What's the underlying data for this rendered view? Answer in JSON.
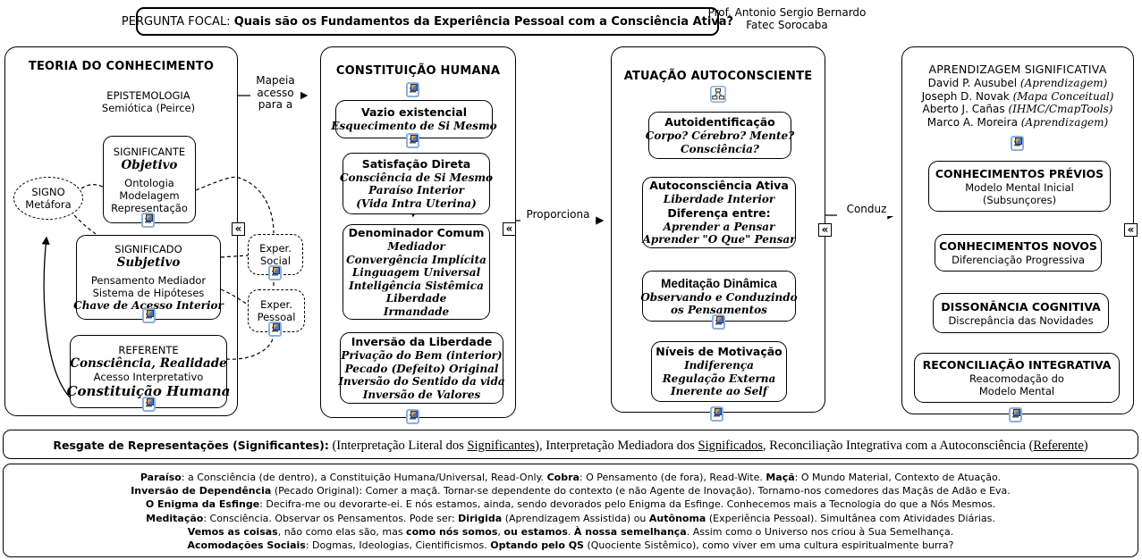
{
  "header": {
    "focal_runs": [
      {
        "t": "PERGUNTA FOCAL: "
      },
      {
        "t": "Quais são os Fundamentos da Experiência Pessoal com a Consciência Ativa?",
        "b": true
      }
    ],
    "professor_line1": "Prof. Antonio Sergio Bernardo",
    "professor_line2": "Fatec Sorocaba"
  },
  "links": {
    "mapeia_lines": [
      {
        "t": "Mapeia"
      },
      {
        "t": "acesso"
      },
      {
        "t": "para a"
      }
    ],
    "proporciona": "Proporciona",
    "conduz": "Conduz",
    "collapse_glyph": "«"
  },
  "col1": {
    "title": "TEORIA DO CONHECIMENTO",
    "epistemologia_lines": [
      {
        "t": "EPISTEMOLOGIA",
        "c": "p12"
      },
      {
        "t": "Semiótica (Peirce)",
        "c": "p12"
      }
    ],
    "signo_lines": [
      {
        "t": "SIGNO",
        "c": "p12"
      },
      {
        "t": "Metáfora",
        "c": "p12"
      }
    ],
    "significante_lines": [
      {
        "t": "SIGNIFICANTE",
        "c": "p12"
      },
      {
        "t": "Objetivo",
        "c": "s13"
      },
      {
        "t": "Ontologia",
        "c": "p12 mt6"
      },
      {
        "t": "Modelagem",
        "c": "p12"
      },
      {
        "t": "Representação",
        "c": "p12"
      }
    ],
    "significado_lines": [
      {
        "t": "SIGNIFICADO",
        "c": "p12"
      },
      {
        "t": "Subjetivo",
        "c": "s13"
      },
      {
        "t": "Pensamento Mediador",
        "c": "p12 mt6"
      },
      {
        "t": "Sistema de Hipóteses",
        "c": "p12"
      },
      {
        "t": "Chave de Acesso Interior",
        "c": "s12"
      }
    ],
    "referente_lines": [
      {
        "t": "REFERENTE",
        "c": "p12"
      },
      {
        "t": "Consciência, Realidade",
        "c": "s13"
      },
      {
        "t": "Acesso Interpretativo",
        "c": "p12"
      },
      {
        "t": "Constituição Humana",
        "c": "s15"
      }
    ]
  },
  "col2": {
    "title": "CONSTITUIÇÃO HUMANA",
    "vazio_lines": [
      {
        "t": "Vazio existencial",
        "c": "b13"
      },
      {
        "t": "Esquecimento de Si Mesmo",
        "c": "s12"
      }
    ],
    "satisfacao_lines": [
      {
        "t": "Satisfação Direta",
        "c": "b13"
      },
      {
        "t": "Consciência de Si Mesmo",
        "c": "s12"
      },
      {
        "t": "Paraíso Interior",
        "c": "s12"
      },
      {
        "t": "(Vida Intra Uterina)",
        "c": "s12"
      }
    ],
    "denominador_lines": [
      {
        "t": "Denominador Comum",
        "c": "b13"
      },
      {
        "t": "Mediador",
        "c": "s12"
      },
      {
        "t": "Convergência Implícita",
        "c": "s12"
      },
      {
        "t": "Linguagem Universal",
        "c": "s12"
      },
      {
        "t": "Inteligência Sistêmica",
        "c": "s12"
      },
      {
        "t": "Liberdade",
        "c": "s12"
      },
      {
        "t": "Irmandade",
        "c": "s12"
      }
    ],
    "inversao_lines": [
      {
        "t": "Inversão da Liberdade",
        "c": "b13"
      },
      {
        "t": "Privação do Bem (interior)",
        "c": "s12"
      },
      {
        "t": "Pecado (Defeito) Original",
        "c": "s12"
      },
      {
        "t": "Inversão do Sentido da vida",
        "c": "s12"
      },
      {
        "t": "Inversão de Valores",
        "c": "s12"
      }
    ]
  },
  "col3": {
    "title": "ATUAÇÃO AUTOCONSCIENTE",
    "autoidentificacao_lines": [
      {
        "t": "Autoidentificação",
        "c": "b13"
      },
      {
        "t": "Corpo? Cérebro? Mente?",
        "c": "s12"
      },
      {
        "t": "Consciência?",
        "c": "s12"
      }
    ],
    "autoconsciencia_lines": [
      {
        "t": "Autoconsciência Ativa",
        "c": "b13"
      },
      {
        "t": "Liberdade Interior",
        "c": "s12"
      },
      {
        "t": "Diferença entre:",
        "c": "b13"
      },
      {
        "t": "Aprender a Pensar",
        "c": "s12"
      },
      {
        "t": "Aprender \"O Que\" Pensar",
        "c": "s12"
      }
    ],
    "meditacao_lines": [
      {
        "t": "Meditação Dinâmica",
        "c": "b13a"
      },
      {
        "t": "Observando e Conduzindo",
        "c": "s12"
      },
      {
        "t": "os Pensamentos",
        "c": "s12"
      }
    ],
    "niveis_lines": [
      {
        "t": "Níveis de Motivação",
        "c": "b13"
      },
      {
        "t": "Indiferença",
        "c": "s12"
      },
      {
        "t": "Regulação Externa",
        "c": "s12"
      },
      {
        "t": "Inerente ao Self",
        "c": "s12"
      }
    ]
  },
  "col4": {
    "title": "APRENDIZAGEM SIGNIFICATIVA",
    "author1_runs": [
      {
        "t": "David P. Ausubel "
      },
      {
        "t": "(Aprendizagem)",
        "c": "iser"
      }
    ],
    "author2_runs": [
      {
        "t": "Joseph D. Novak "
      },
      {
        "t": "(Mapa Conceitual)",
        "c": "iser"
      }
    ],
    "author3_runs": [
      {
        "t": "Aberto J. Cañas "
      },
      {
        "t": "(IHMC/CmapTools)",
        "c": "iser"
      }
    ],
    "author4_runs": [
      {
        "t": "Marco A. Moreira "
      },
      {
        "t": "(Aprendizagem)",
        "c": "iser"
      }
    ],
    "previos_lines": [
      {
        "t": "CONHECIMENTOS PRÉVIOS",
        "c": "b13"
      },
      {
        "t": "Modelo Mental Inicial",
        "c": "p12"
      },
      {
        "t": "(Subsunçores)",
        "c": "p12"
      }
    ],
    "novos_lines": [
      {
        "t": "CONHECIMENTOS NOVOS",
        "c": "b13"
      },
      {
        "t": "Diferenciação Progressiva",
        "c": "p12"
      }
    ],
    "dissonancia_lines": [
      {
        "t": "DISSONÂNCIA COGNITIVA",
        "c": "b13"
      },
      {
        "t": "Discrepância das Novidades",
        "c": "p12"
      }
    ],
    "reconciliacao_lines": [
      {
        "t": "RECONCILIAÇÃO INTEGRATIVA",
        "c": "b13"
      },
      {
        "t": "Reacomodação do",
        "c": "p12"
      },
      {
        "t": "Modelo Mental",
        "c": "p12"
      }
    ]
  },
  "exper": {
    "social_lines": [
      {
        "t": "Exper.",
        "c": "p12"
      },
      {
        "t": "Social",
        "c": "p12"
      }
    ],
    "pessoal_lines": [
      {
        "t": "Exper.",
        "c": "p12"
      },
      {
        "t": "Pessoal",
        "c": "p12"
      }
    ]
  },
  "footer": {
    "bar_runs": [
      {
        "t": "Resgate de Representações (Significantes):",
        "c": "fbold"
      },
      {
        "t": "  (Interpretação Literal dos ",
        "c": "fser"
      },
      {
        "t": "Significantes",
        "c": "fser",
        "u": true
      },
      {
        "t": "), Interpretação Mediadora dos ",
        "c": "fser"
      },
      {
        "t": "Significados",
        "c": "fser",
        "u": true
      },
      {
        "t": ", Reconciliação Integrativa com a Autoconsciência (",
        "c": "fser"
      },
      {
        "t": "Referente",
        "c": "fser",
        "u": true
      },
      {
        "t": ")",
        "c": "fser"
      }
    ],
    "note1_runs": [
      {
        "t": "Paraíso",
        "b": true
      },
      {
        "t": ": a Consciência (de dentro), a Constituição Humana/Universal, Read-Only.   "
      },
      {
        "t": "Cobra",
        "b": true
      },
      {
        "t": ": O Pensamento (de fora), Read-Wite.   "
      },
      {
        "t": "Maçã",
        "b": true
      },
      {
        "t": ": O Mundo Material, Contexto de Atuação."
      }
    ],
    "note2_runs": [
      {
        "t": "Inversão de Dependência",
        "b": true
      },
      {
        "t": " (Pecado Original): Comer a maçã. Tornar-se dependente do contexto (e não Agente de Inovação). Tornamo-nos comedores das Maçãs de Adão e Eva."
      }
    ],
    "note3_runs": [
      {
        "t": "O Enigma da Esfinge",
        "b": true
      },
      {
        "t": ": Decifra-me ou devorarte-ei. E nós estamos, ainda, sendo devorados pelo Enigma da Esfinge. Conhecemos mais a Tecnologia do que a Nós Mesmos."
      }
    ],
    "note4_runs": [
      {
        "t": "Meditação",
        "b": true
      },
      {
        "t": ": Consciência. Observar os Pensamentos. Pode ser: "
      },
      {
        "t": "Dirigida",
        "b": true
      },
      {
        "t": " (Aprendizagem Assistida) ou "
      },
      {
        "t": "Autônoma",
        "b": true
      },
      {
        "t": " (Experiência Pessoal). Simultânea com Atividades Diárias."
      }
    ],
    "note5_runs": [
      {
        "t": "Vemos as coisas",
        "b": true
      },
      {
        "t": ", não como elas são, mas "
      },
      {
        "t": "como nós somos",
        "b": true
      },
      {
        "t": ", "
      },
      {
        "t": "ou estamos",
        "b": true
      },
      {
        "t": ". "
      },
      {
        "t": "À nossa semelhança",
        "b": true
      },
      {
        "t": ". Assim como o Universo nos criou à Sua Semelhança."
      }
    ],
    "note6_runs": [
      {
        "t": "Acomodações Sociais",
        "b": true
      },
      {
        "t": ": Dogmas, Ideologias, Cientificismos. "
      },
      {
        "t": "Optando pelo QS",
        "b": true
      },
      {
        "t": " (Quociente Sistêmico), como viver em uma cultura espiritualmente burra?"
      }
    ]
  },
  "colors": {
    "accent_icon_border": "#8ab0e0",
    "line": "#000000",
    "background": "#ffffff"
  }
}
